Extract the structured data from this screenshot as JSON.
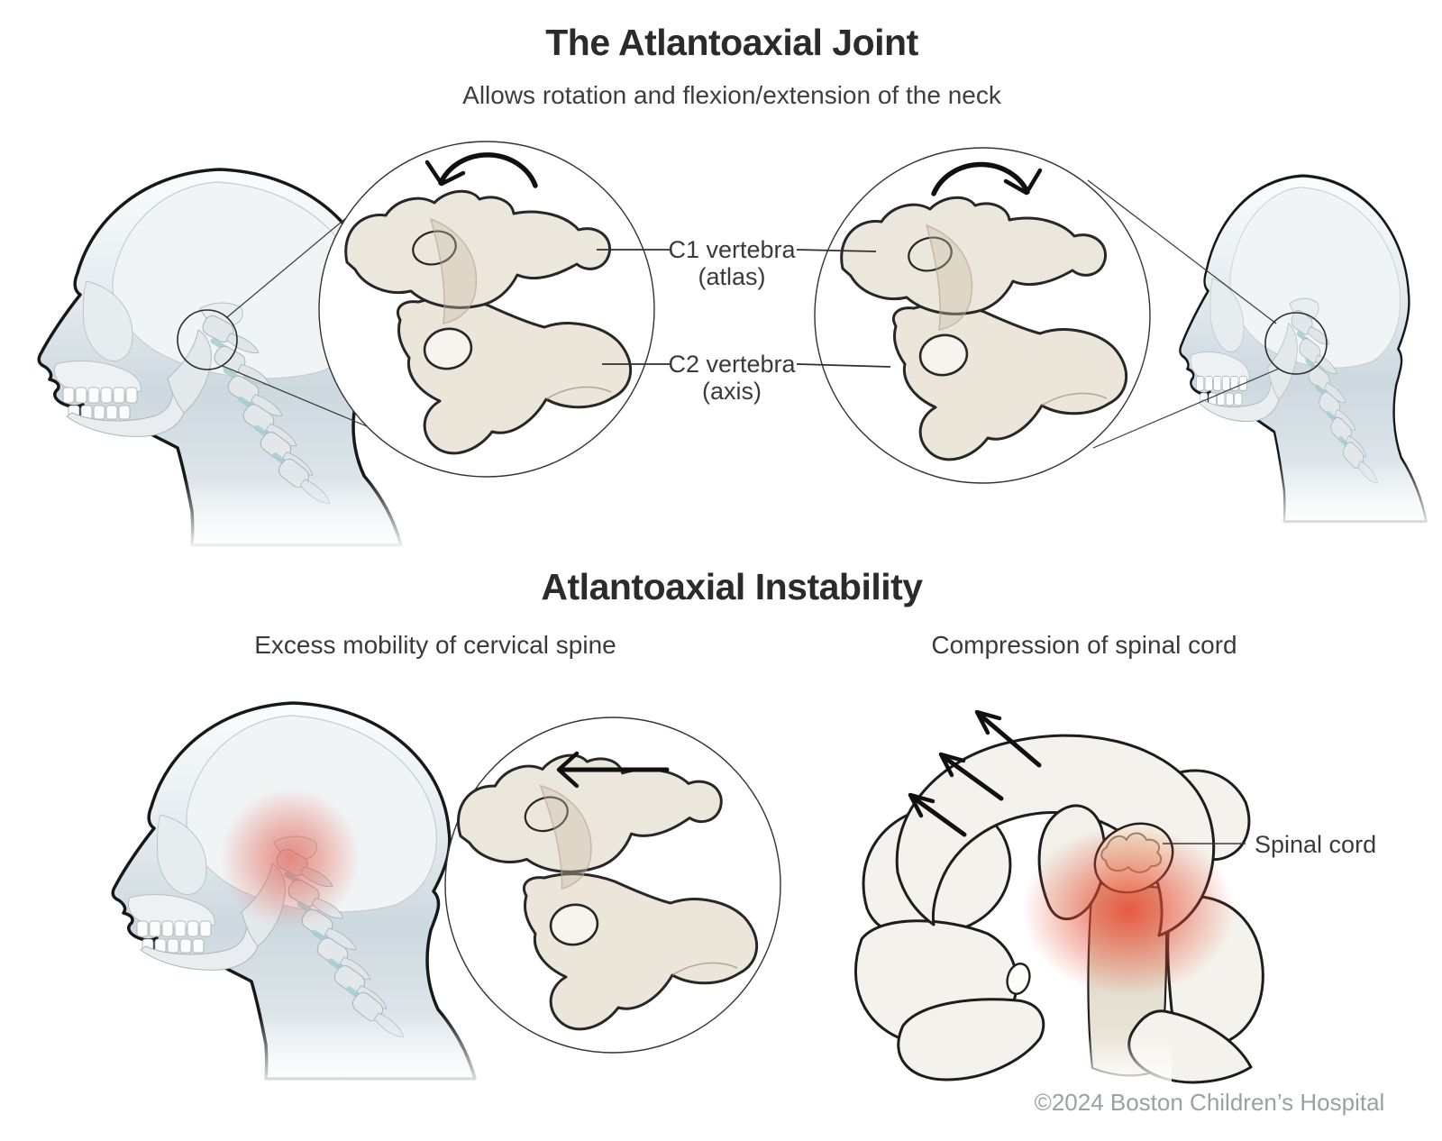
{
  "top_section": {
    "title": "The Atlantoaxial Joint",
    "subtitle": "Allows rotation and flexion/extension of the neck",
    "labels": {
      "c1_name": "C1 vertebra",
      "c1_alias": "(atlas)",
      "c2_name": "C2 vertebra",
      "c2_alias": "(axis)"
    }
  },
  "bottom_section": {
    "title": "Atlantoaxial Instability",
    "left_caption": "Excess mobility of cervical spine",
    "right_caption": "Compression of spinal cord",
    "spinal_cord_label": "Spinal cord"
  },
  "footer": {
    "copyright": "©2024 Boston Children’s Hospital"
  },
  "colors": {
    "highlight_red": "#e2503f",
    "compression_red": "#e84c31",
    "bone_beige": "#ece7dd",
    "bone_white": "#f4f2ec",
    "silhouette_blue": "#cdd8df",
    "outline_dark": "#1d1d1d",
    "text_dark": "#2b2b2b",
    "text_muted": "#9ca0a2"
  },
  "icons": {
    "rotation_left": "↶",
    "rotation_right": "↷",
    "displacement_left": "←",
    "force_up_left": "↖"
  }
}
